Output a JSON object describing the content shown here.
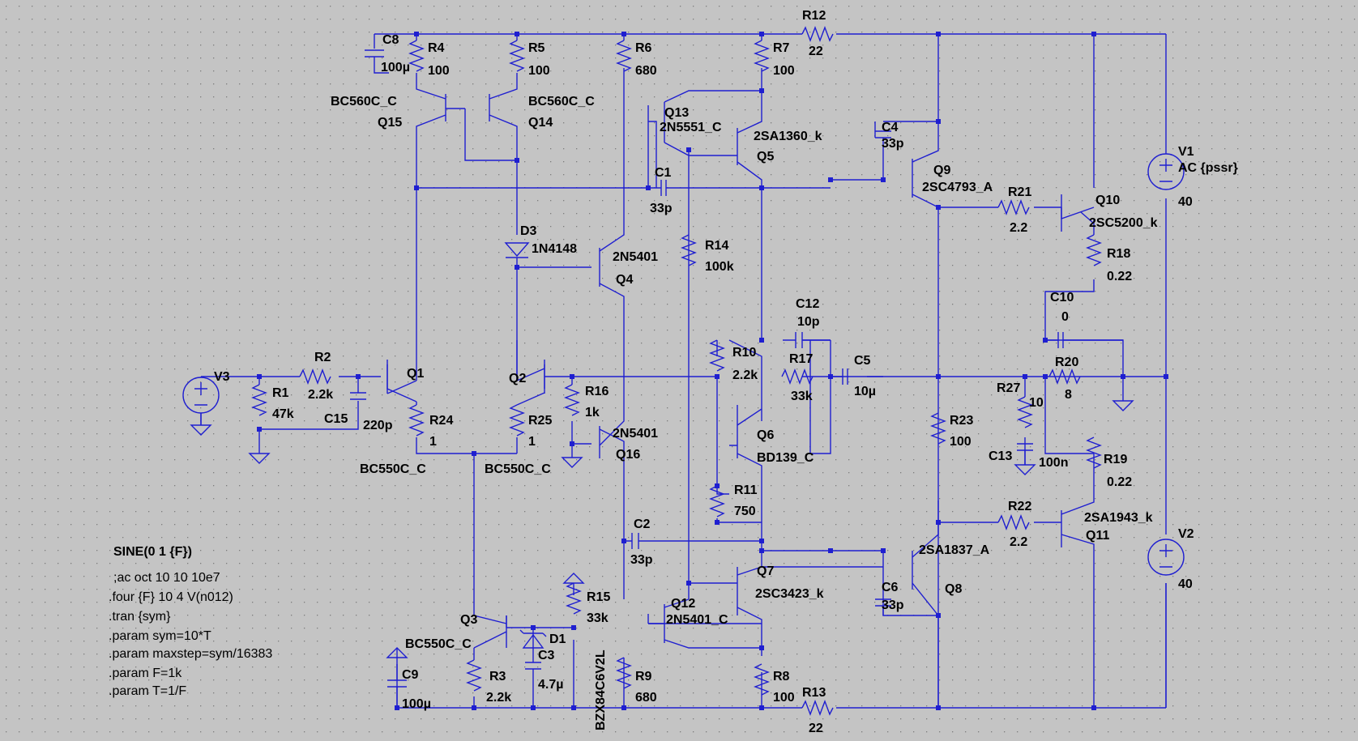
{
  "title": "",
  "colors": {
    "background": "#c4c4c4",
    "grid_dot": "#7c7c7c",
    "wire": "#1f1fd0",
    "text": "#000000"
  },
  "components": {
    "C8": {
      "name": "C8",
      "value": "100µ"
    },
    "R4": {
      "name": "R4",
      "value": "100"
    },
    "R5": {
      "name": "R5",
      "value": "100"
    },
    "R6": {
      "name": "R6",
      "value": "680"
    },
    "R7": {
      "name": "R7",
      "value": "100"
    },
    "R12": {
      "name": "R12",
      "value": "22"
    },
    "Q15": {
      "name": "Q15",
      "model": "BC560C_C"
    },
    "Q14": {
      "name": "Q14",
      "model": "BC560C_C"
    },
    "Q13": {
      "name": "Q13",
      "model": "2N5551_C"
    },
    "Q5": {
      "name": "Q5",
      "model": "2SA1360_k"
    },
    "C4": {
      "name": "C4",
      "value": "33p"
    },
    "Q9": {
      "name": "Q9",
      "model": "2SC4793_A"
    },
    "C1": {
      "name": "C1",
      "value": "33p"
    },
    "R21": {
      "name": "R21",
      "value": "2.2"
    },
    "Q10": {
      "name": "Q10",
      "model": "2SC5200_k"
    },
    "V1": {
      "name": "V1",
      "value": "AC {pssr}",
      "dc": "40"
    },
    "D3": {
      "name": "D3",
      "model": "1N4148"
    },
    "Q4": {
      "name": "Q4",
      "model": "2N5401"
    },
    "R14": {
      "name": "R14",
      "value": "100k"
    },
    "R18": {
      "name": "R18",
      "value": "0.22"
    },
    "C10": {
      "name": "C10",
      "value": "0"
    },
    "C12": {
      "name": "C12",
      "value": "10p"
    },
    "R10": {
      "name": "R10",
      "value": "2.2k"
    },
    "R17": {
      "name": "R17",
      "value": "33k"
    },
    "C5": {
      "name": "C5",
      "value": "10µ"
    },
    "R20": {
      "name": "R20",
      "value": "8"
    },
    "R27": {
      "name": "R27",
      "value": "10"
    },
    "V3": {
      "name": "V3"
    },
    "R2": {
      "name": "R2",
      "value": "2.2k"
    },
    "R1": {
      "name": "R1",
      "value": "47k"
    },
    "C15": {
      "name": "C15",
      "value": "220p"
    },
    "Q1": {
      "name": "Q1",
      "model": "BC550C_C"
    },
    "Q2": {
      "name": "Q2",
      "model": "BC550C_C"
    },
    "R24": {
      "name": "R24",
      "value": "1"
    },
    "R25": {
      "name": "R25",
      "value": "1"
    },
    "R16": {
      "name": "R16",
      "value": "1k"
    },
    "Q16": {
      "name": "Q16",
      "model": "2N5401"
    },
    "Q6": {
      "name": "Q6",
      "model": "BD139_C"
    },
    "R23": {
      "name": "R23",
      "value": "100"
    },
    "C13": {
      "name": "C13",
      "value": "100n"
    },
    "R19": {
      "name": "R19",
      "value": "0.22"
    },
    "R11": {
      "name": "R11",
      "value": "750"
    },
    "C2": {
      "name": "C2",
      "value": "33p"
    },
    "R22": {
      "name": "R22",
      "value": "2.2"
    },
    "Q11": {
      "name": "Q11",
      "model": "2SA1943_k"
    },
    "V2": {
      "name": "V2",
      "dc": "40"
    },
    "Q7": {
      "name": "Q7",
      "model": "2SC3423_k"
    },
    "Q8": {
      "name": "Q8",
      "model": "2SA1837_A"
    },
    "C6": {
      "name": "C6",
      "value": "33p"
    },
    "R15": {
      "name": "R15",
      "value": "33k"
    },
    "Q12": {
      "name": "Q12",
      "model": "2N5401_C"
    },
    "Q3": {
      "name": "Q3",
      "model": "BC550C_C"
    },
    "D1": {
      "name": "D1",
      "model": "BZX84C6V2L"
    },
    "C3": {
      "name": "C3",
      "value": "4.7µ"
    },
    "C9": {
      "name": "C9",
      "value": "100µ"
    },
    "R3": {
      "name": "R3",
      "value": "2.2k"
    },
    "R9": {
      "name": "R9",
      "value": "680"
    },
    "R8": {
      "name": "R8",
      "value": "100"
    },
    "R13": {
      "name": "R13",
      "value": "22"
    }
  },
  "directives": [
    "SINE(0 1 {F})",
    ";ac oct 10 10 10e7",
    ".four {F} 10 4 V(n012)",
    ".tran {sym}",
    ".param sym=10*T",
    ".param maxstep=sym/16383",
    ".param F=1k",
    ".param T=1/F"
  ]
}
